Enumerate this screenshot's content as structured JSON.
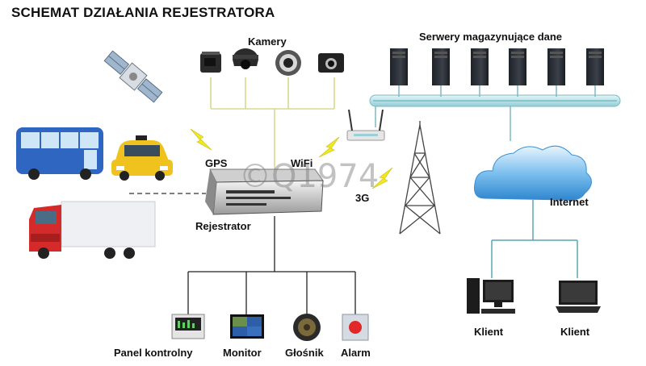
{
  "title": "SCHEMAT DZIAŁANIA REJESTRATORA",
  "labels": {
    "cameras": "Kamery",
    "servers": "Serwery magazynujące dane",
    "gps": "GPS",
    "wifi": "WiFi",
    "g3": "3G",
    "recorder": "Rejestrator",
    "internet": "Internet",
    "client1": "Klient",
    "client2": "Klient",
    "panel": "Panel kontrolny",
    "monitor": "Monitor",
    "speaker": "Głośnik",
    "alarm": "Alarm"
  },
  "watermark": "©Q1974",
  "icons": {
    "satellite": "satellite-icon",
    "bus": "bus-icon",
    "taxi": "taxi-icon",
    "truck": "truck-icon",
    "camera": "camera-icon",
    "server": "server-icon",
    "router": "router-icon",
    "tower": "antenna-tower-icon",
    "cloud": "cloud-icon",
    "dvr": "dvr-recorder-icon",
    "desktop": "desktop-computer-icon",
    "laptop": "laptop-icon",
    "panel": "control-panel-icon",
    "monitor": "monitor-icon",
    "speaker": "speaker-icon",
    "alarm": "alarm-button-icon"
  },
  "colors": {
    "line_yellow": "#d8d890",
    "line_dark": "#222222",
    "bus_line": "#9ad0d8",
    "lightning": "#f2e81e",
    "server_body": "#2b2f36",
    "cloud": "#4aa3e0"
  }
}
